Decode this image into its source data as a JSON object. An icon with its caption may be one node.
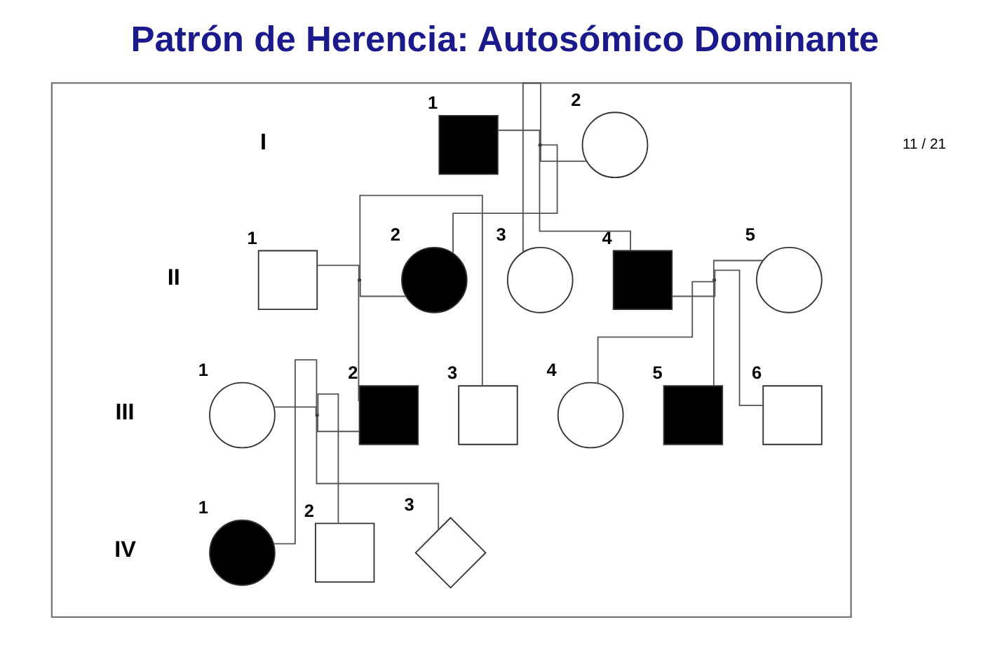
{
  "diagram": {
    "title": "Patrón de Herencia: Autosómico Dominante",
    "nodes": [
      {
        "text": [],
        "shape": "box"
      },
      {
        "text": [],
        "shape": "box",
        "beside": [
          "1"
        ],
        "in": 0
      },
      {
        "text": [],
        "shape": "point",
        "in": 0
      },
      {
        "text": [],
        "shape": "circle",
        "beside": [
          "2"
        ],
        "in": 0
      },
      {
        "text": [],
        "shape": "box",
        "beside": [
          "1"
        ],
        "in": 0
      },
      {
        "text": [],
        "shape": "point",
        "in": 0
      },
      {
        "text": [],
        "shape": "circle",
        "beside": [
          "2"
        ],
        "in": 0
      },
      {
        "text": [],
        "shape": "circle",
        "beside": [
          "3"
        ],
        "in": 0
      },
      {
        "text": [],
        "shape": "box",
        "beside": [
          "4"
        ],
        "in": 0
      },
      {
        "text": [],
        "shape": "point",
        "in": 0
      },
      {
        "text": [],
        "shape": "circle",
        "beside": [
          "5"
        ],
        "in": 0
      },
      {
        "text": [],
        "shape": "circle",
        "beside": [
          "1"
        ],
        "in": 0
      },
      {
        "text": [],
        "shape": "point",
        "in": 0
      },
      {
        "text": [],
        "shape": "box",
        "beside": [
          "2"
        ],
        "in": 0
      },
      {
        "text": [],
        "shape": "box",
        "beside": [
          "3"
        ],
        "in": 0
      },
      {
        "text": [],
        "shape": "circle",
        "beside": [
          "4"
        ],
        "in": 0
      },
      {
        "text": [],
        "shape": "box",
        "beside": [
          "5"
        ],
        "in": 0
      },
      {
        "text": [],
        "shape": "box",
        "beside": [
          "6"
        ],
        "in": 0
      },
      {
        "text": [],
        "shape": "circle",
        "beside": [
          "1"
        ],
        "in": 0
      },
      {
        "text": [],
        "shape": "box",
        "beside": [
          "2"
        ],
        "in": 0
      },
      {
        "text": [],
        "shape": "diamond",
        "beside": [
          "3"
        ],
        "in": 0
      }
    ],
    "edges": [
      {
        "from": 1,
        "to": 2,
        "arrow": "none"
      },
      {
        "from": 2,
        "to": 3,
        "arrow": "none"
      },
      {
        "from": 2,
        "to": 6,
        "arrow": "none"
      },
      {
        "from": 2,
        "to": 7,
        "arrow": "none"
      },
      {
        "from": 2,
        "to": 8,
        "arrow": "none"
      },
      {
        "from": 4,
        "to": 5,
        "arrow": "none"
      },
      {
        "from": 5,
        "to": 6,
        "arrow": "none"
      },
      {
        "from": 8,
        "to": 9,
        "arrow": "none"
      },
      {
        "from": 9,
        "to": 10,
        "arrow": "none"
      },
      {
        "from": 5,
        "to": 13,
        "arrow": "none"
      },
      {
        "from": 5,
        "to": 14,
        "arrow": "none"
      },
      {
        "from": 9,
        "to": 15,
        "arrow": "none"
      },
      {
        "from": 9,
        "to": 16,
        "arrow": "none"
      },
      {
        "from": 9,
        "to": 17,
        "arrow": "none"
      },
      {
        "from": 11,
        "to": 12,
        "arrow": "none"
      },
      {
        "from": 12,
        "to": 13,
        "arrow": "none"
      },
      {
        "from": 12,
        "to": 18,
        "arrow": "none"
      },
      {
        "from": 12,
        "to": 19,
        "arrow": "none"
      },
      {
        "from": 12,
        "to": 20,
        "arrow": "none"
      }
    ],
    "labels": [
      "I",
      "II",
      "III",
      "IV",
      "11 / 21"
    ]
  }
}
